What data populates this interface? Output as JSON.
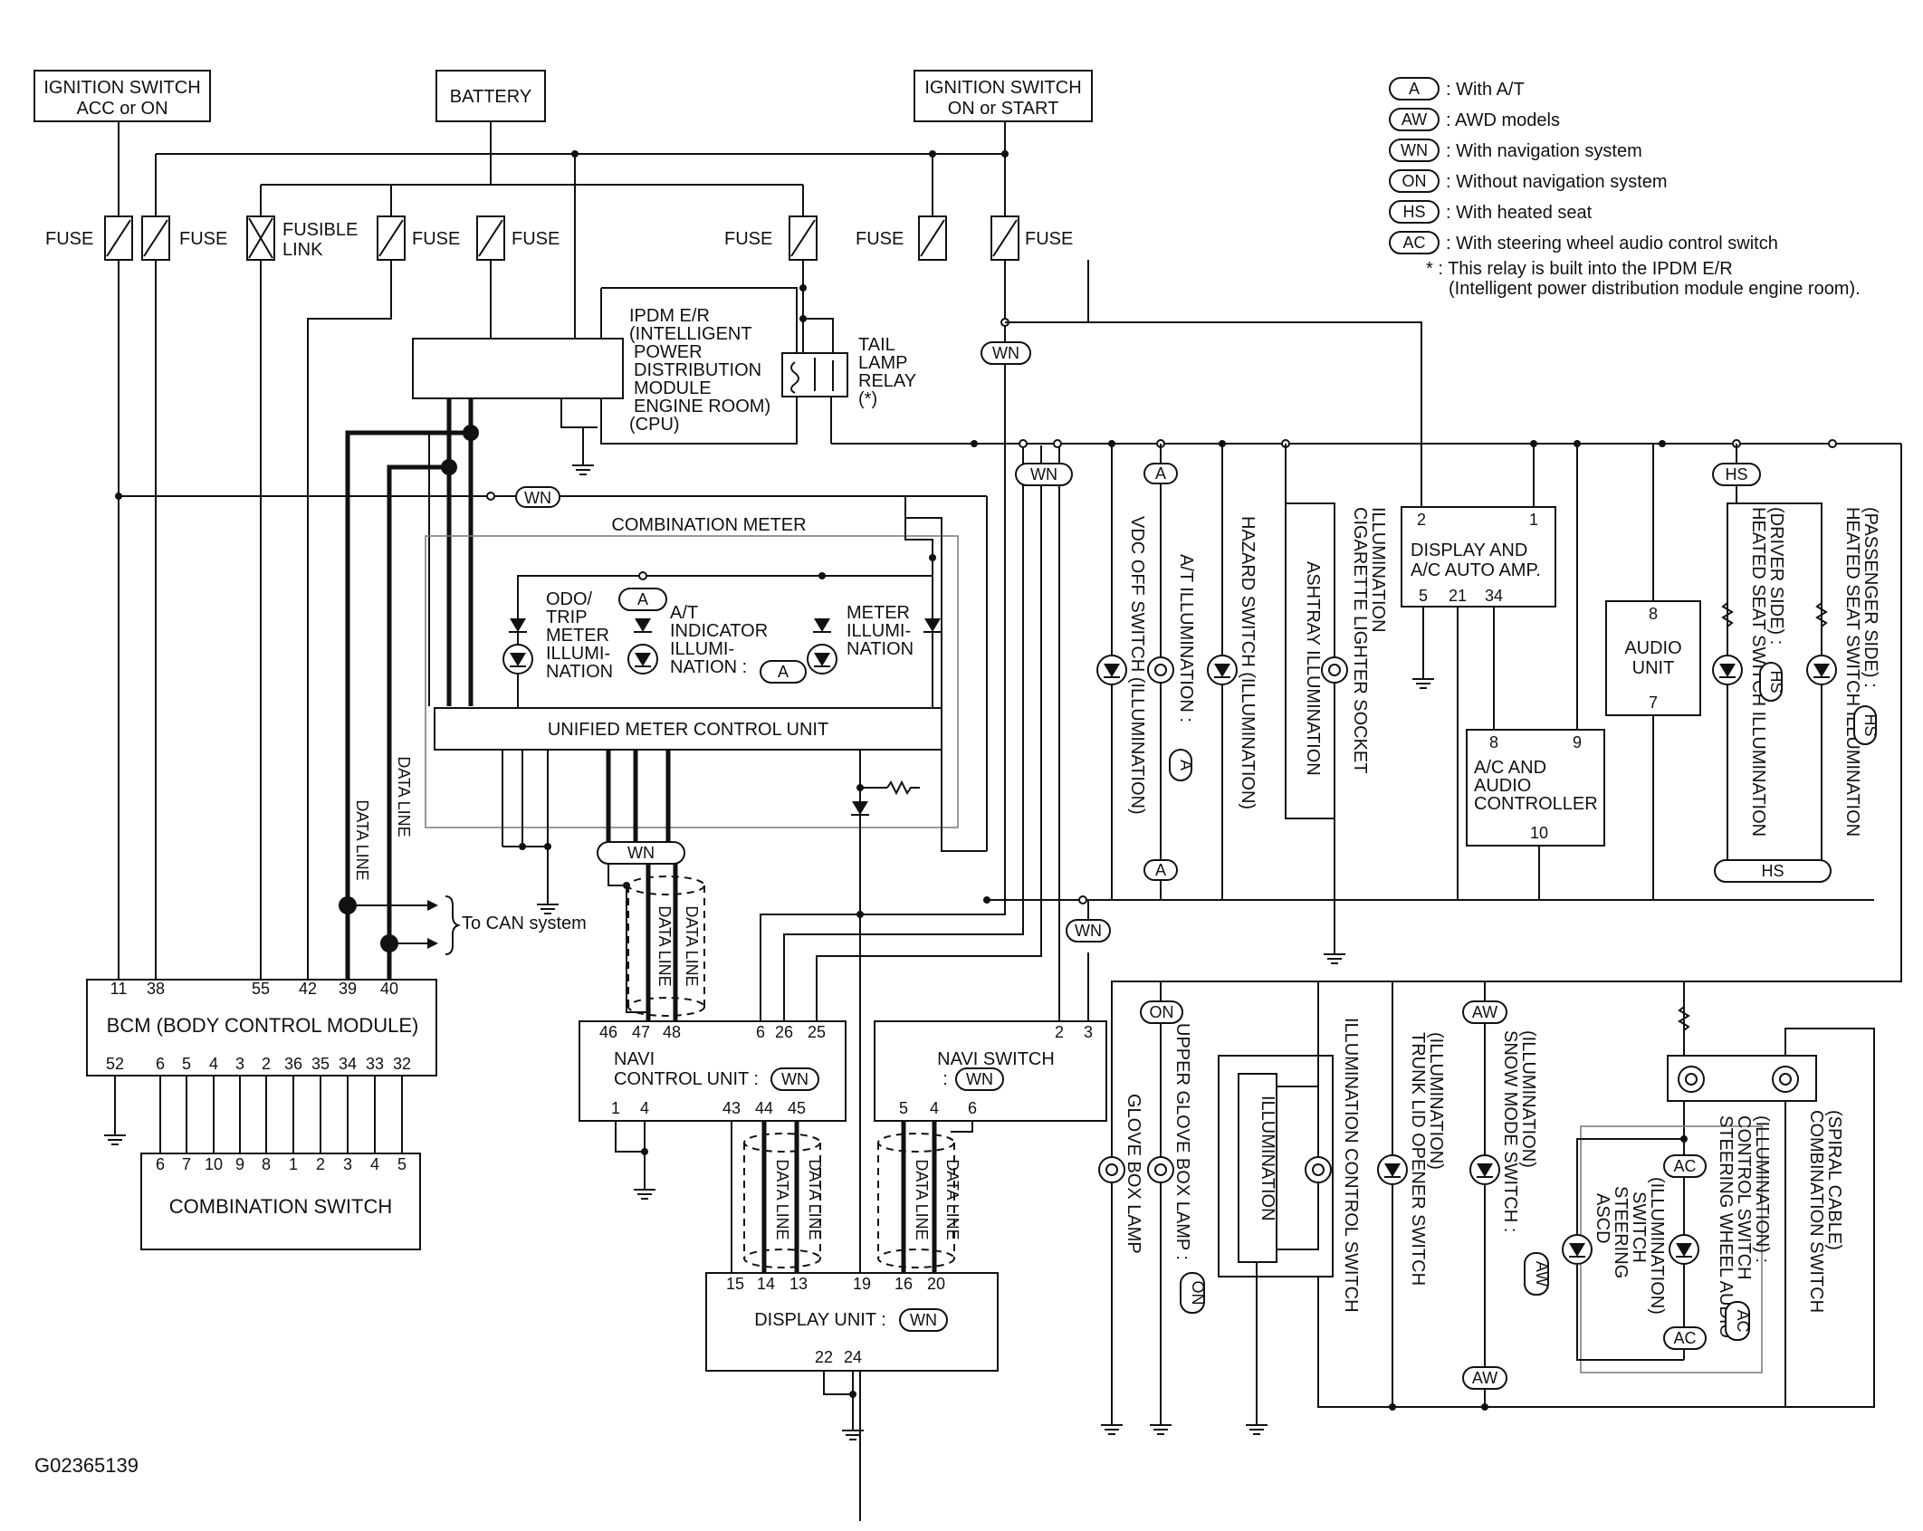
{
  "sources": {
    "ign_acc": [
      "IGNITION SWITCH",
      "ACC or ON"
    ],
    "battery": "BATTERY",
    "ign_on": [
      "IGNITION SWITCH",
      "ON or START"
    ]
  },
  "fuses": {
    "fuse": "FUSE",
    "fusible": [
      "FUSIBLE",
      "LINK"
    ]
  },
  "legend": [
    {
      "tag": "A",
      "text": ": With A/T"
    },
    {
      "tag": "AW",
      "text": ": AWD models"
    },
    {
      "tag": "WN",
      "text": ": With navigation system"
    },
    {
      "tag": "ON",
      "text": ": Without navigation system"
    },
    {
      "tag": "HS",
      "text": ": With heated seat"
    },
    {
      "tag": "AC",
      "text": ": With steering wheel audio control switch"
    }
  ],
  "relay_note": [
    "* : This relay is built into the IPDM E/R",
    "(Intelligent power distribution module engine room)."
  ],
  "ipdm": {
    "lines": [
      "IPDM E/R",
      "(INTELLIGENT",
      "POWER",
      "DISTRIBUTION",
      "MODULE",
      "ENGINE ROOM)",
      "(CPU)"
    ],
    "relay": [
      "TAIL",
      "LAMP",
      "RELAY",
      "(*)"
    ]
  },
  "meter": {
    "title": "COMBINATION METER",
    "odo": [
      "ODO/",
      "TRIP",
      "METER",
      "ILLUMI-",
      "NATION"
    ],
    "at": [
      "A/T",
      "INDICATOR",
      "ILLUMI-",
      "NATION :"
    ],
    "meter_illum": [
      "METER",
      "ILLUMI-",
      "NATION"
    ],
    "unit": "UNIFIED METER CONTROL UNIT"
  },
  "data_line": "DATA LINE",
  "can": "To CAN system",
  "bcm": {
    "name": "BCM (BODY CONTROL MODULE)",
    "top_pins": [
      "11",
      "38",
      "55",
      "42",
      "39",
      "40"
    ],
    "bottom_pins": [
      "52",
      "6",
      "5",
      "4",
      "3",
      "2",
      "36",
      "35",
      "34",
      "33",
      "32"
    ]
  },
  "comb_switch": {
    "name": "COMBINATION SWITCH",
    "pins": [
      "6",
      "7",
      "10",
      "9",
      "8",
      "1",
      "2",
      "3",
      "4",
      "5"
    ]
  },
  "navi_cu": {
    "name": [
      "NAVI",
      "CONTROL UNIT :"
    ],
    "top_pins": [
      "46",
      "47",
      "48",
      "6",
      "26",
      "25"
    ],
    "bottom_pins": [
      "1",
      "4",
      "43",
      "44",
      "45"
    ]
  },
  "navi_sw": {
    "name": "NAVI SWITCH",
    "top_pins": [
      "2",
      "3"
    ],
    "bottom_pins": [
      "5",
      "4",
      "6"
    ]
  },
  "display": {
    "name": "DISPLAY UNIT :",
    "top_pins": [
      "15",
      "14",
      "13",
      "19",
      "16",
      "20"
    ],
    "bottom_pins": [
      "22",
      "24"
    ]
  },
  "amp": {
    "name": [
      "DISPLAY AND",
      "A/C AUTO AMP."
    ],
    "top_pins": [
      "2",
      "1"
    ],
    "bottom_pins": [
      "5",
      "21",
      "34"
    ]
  },
  "ac_audio": {
    "name": [
      "A/C AND",
      "AUDIO",
      "CONTROLLER"
    ],
    "top_pins": [
      "8",
      "9"
    ],
    "bottom_pin": "10"
  },
  "audio": {
    "name": [
      "AUDIO",
      "UNIT"
    ],
    "top_pin": "8",
    "bottom_pin": "7"
  },
  "vertical_labels": {
    "vdc": "VDC OFF SWITCH (ILLUMINATION)",
    "at_illum": "A/T ILLUMINATION :",
    "hazard": "HAZARD SWITCH (ILLUMINATION)",
    "ashtray": "ASHTRAY ILLUMINATION",
    "cig": [
      "CIGARETTE LIGHTER SOCKET",
      "ILLUMINATION"
    ],
    "hs_driver": [
      "HEATED SEAT SWITCH ILLUMINATION",
      "(DRIVER SIDE) :"
    ],
    "hs_pass": [
      "HEATED SEAT SWITCH ILLUMINATION",
      "(PASSENGER SIDE) :"
    ],
    "glove": "GLOVE BOX LAMP",
    "upper_glove": "UPPER GLOVE BOX LAMP :",
    "illum_ctrl": "ILLUMINATION CONTROL SWITCH",
    "illumination": "ILLUMINATION",
    "trunk": [
      "TRUNK LID OPENER SWITCH",
      "(ILLUMINATION)"
    ],
    "snow": [
      "SNOW MODE SWITCH :",
      "(ILLUMINATION)"
    ],
    "comb_sw": [
      "COMBINATION SWITCH",
      "(SPIRAL CABLE)"
    ],
    "steer": [
      "STEERING WHEEL AUDIO",
      "CONTROL SWITCH",
      "(ILLUMINATION) :"
    ],
    "ascd": [
      "ASCD",
      "STEERING",
      "SWITCH",
      "(ILLUMINATION)"
    ]
  },
  "footer_code": "G02365139"
}
